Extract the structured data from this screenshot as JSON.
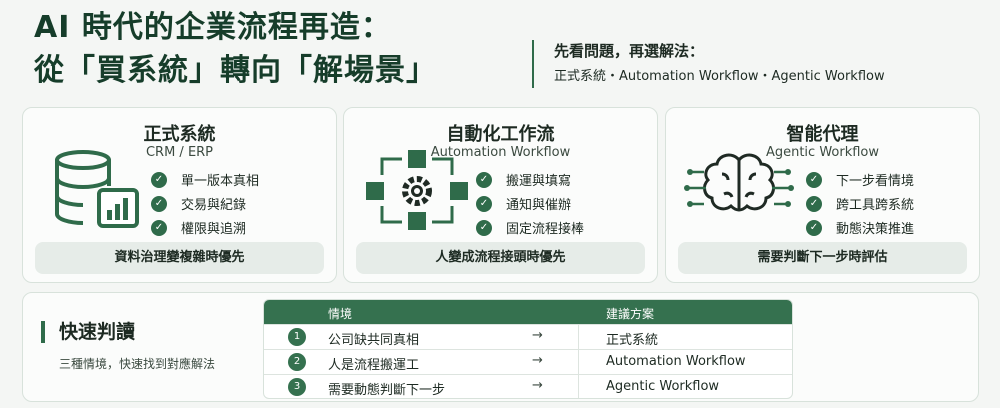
{
  "header": {
    "title_line1": "AI 時代的企業流程再造：",
    "title_line2": "從「買系統」轉向「解場景」",
    "question": "先看問題，再選解法：",
    "answer": "正式系統・Automation Workflow・Agentic Workflow"
  },
  "cards": [
    {
      "name": "正式系統",
      "sub": "CRM / ERP",
      "icon": "database-chart-icon",
      "items": [
        "單一版本真相",
        "交易與紀錄",
        "權限與追溯"
      ],
      "footer": "資料治理變複雜時優先"
    },
    {
      "name": "自動化工作流",
      "sub": "Automation Workflow",
      "icon": "workflow-gear-icon",
      "items": [
        "搬運與填寫",
        "通知與催辦",
        "固定流程接棒"
      ],
      "footer": "人變成流程接頭時優先"
    },
    {
      "name": "智能代理",
      "sub": "Agentic Workflow",
      "icon": "brain-circuit-icon",
      "items": [
        "下一步看情境",
        "跨工具跨系統",
        "動態決策推進"
      ],
      "footer": "需要判斷下一步時評估"
    }
  ],
  "quick": {
    "title": "快速判讀",
    "desc": "三種情境，快速找到對應解法",
    "col_situation": "情境",
    "col_solution": "建議方案",
    "rows": [
      {
        "num": "1",
        "situation": "公司缺共同真相",
        "arrow": "→",
        "solution": "正式系統"
      },
      {
        "num": "2",
        "situation": "人是流程搬運工",
        "arrow": "→",
        "solution": "Automation Workflow"
      },
      {
        "num": "3",
        "situation": "需要動態判斷下一步",
        "arrow": "→",
        "solution": "Agentic Workflow"
      }
    ]
  },
  "colors": {
    "accent": "#2f6b4a",
    "header_bg": "#35714f",
    "title": "#163d2a"
  }
}
